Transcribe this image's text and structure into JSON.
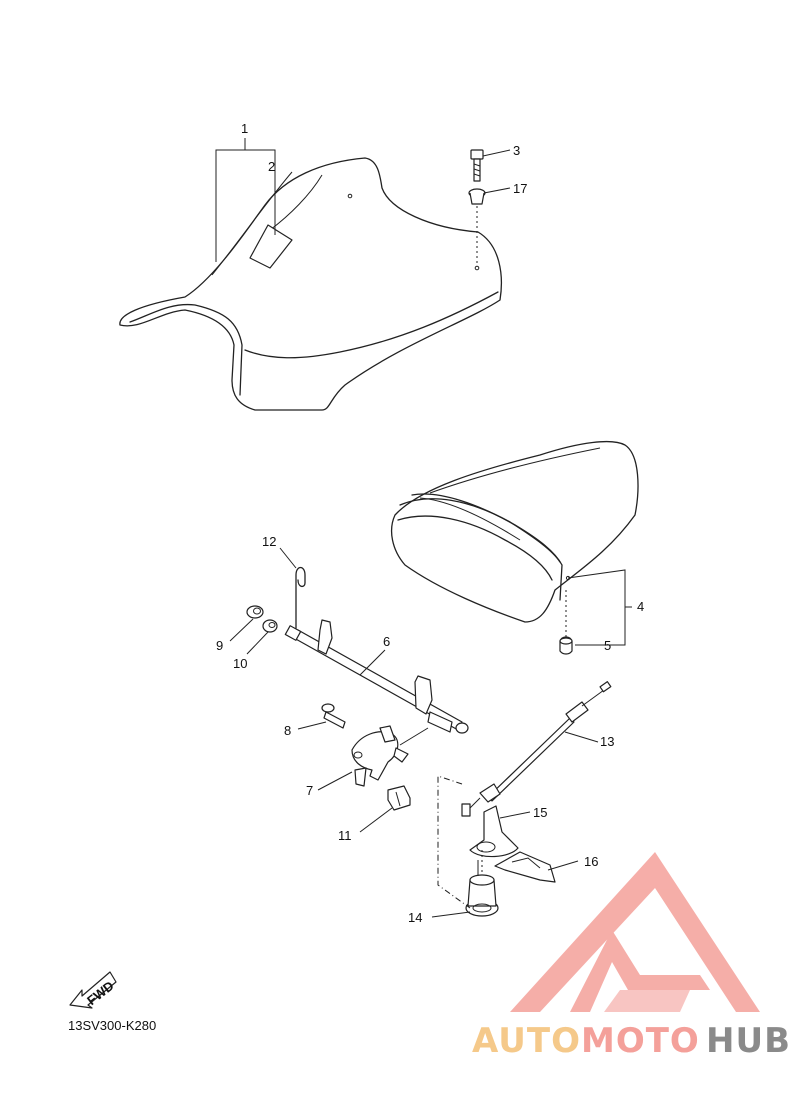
{
  "diagram": {
    "callouts": [
      {
        "id": "c1",
        "label": "1"
      },
      {
        "id": "c2",
        "label": "2"
      },
      {
        "id": "c3",
        "label": "3"
      },
      {
        "id": "c4",
        "label": "4"
      },
      {
        "id": "c5",
        "label": "5"
      },
      {
        "id": "c6",
        "label": "6"
      },
      {
        "id": "c7",
        "label": "7"
      },
      {
        "id": "c8",
        "label": "8"
      },
      {
        "id": "c9",
        "label": "9"
      },
      {
        "id": "c10",
        "label": "10"
      },
      {
        "id": "c11",
        "label": "11"
      },
      {
        "id": "c12",
        "label": "12"
      },
      {
        "id": "c13",
        "label": "13"
      },
      {
        "id": "c14",
        "label": "14"
      },
      {
        "id": "c15",
        "label": "15"
      },
      {
        "id": "c16",
        "label": "16"
      },
      {
        "id": "c17",
        "label": "17"
      }
    ],
    "fwd_label": "FWD",
    "diagram_code": "13SV300-K280"
  },
  "watermark": {
    "part1": "AUTO",
    "part2": "MOTO",
    "part3": "HUB",
    "colors": {
      "auto": "#f5c98a",
      "moto": "#f4a09a",
      "hub": "#8a8a8a",
      "logo": "#f4a09a"
    }
  }
}
